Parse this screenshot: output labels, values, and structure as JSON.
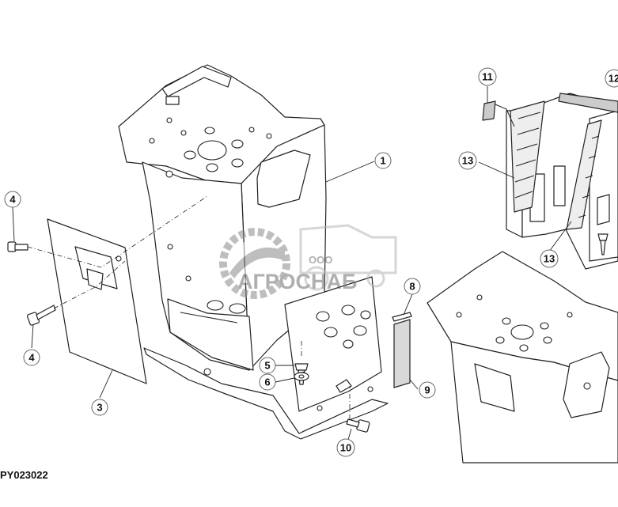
{
  "figure_id": "PY023022",
  "watermark": {
    "prefix": "ООО",
    "brand": "АГРОСНАБ"
  },
  "colors": {
    "line": "#222222",
    "watermark": "#9a9a9a"
  },
  "callouts": [
    {
      "id": "c1",
      "label": "1"
    },
    {
      "id": "c3",
      "label": "3"
    },
    {
      "id": "c4a",
      "label": "4"
    },
    {
      "id": "c4b",
      "label": "4"
    },
    {
      "id": "c5",
      "label": "5"
    },
    {
      "id": "c6",
      "label": "6"
    },
    {
      "id": "c8",
      "label": "8"
    },
    {
      "id": "c9",
      "label": "9"
    },
    {
      "id": "c10",
      "label": "10"
    },
    {
      "id": "c11",
      "label": "11"
    },
    {
      "id": "c12",
      "label": "12"
    },
    {
      "id": "c13a",
      "label": "13"
    },
    {
      "id": "c13b",
      "label": "13"
    }
  ]
}
